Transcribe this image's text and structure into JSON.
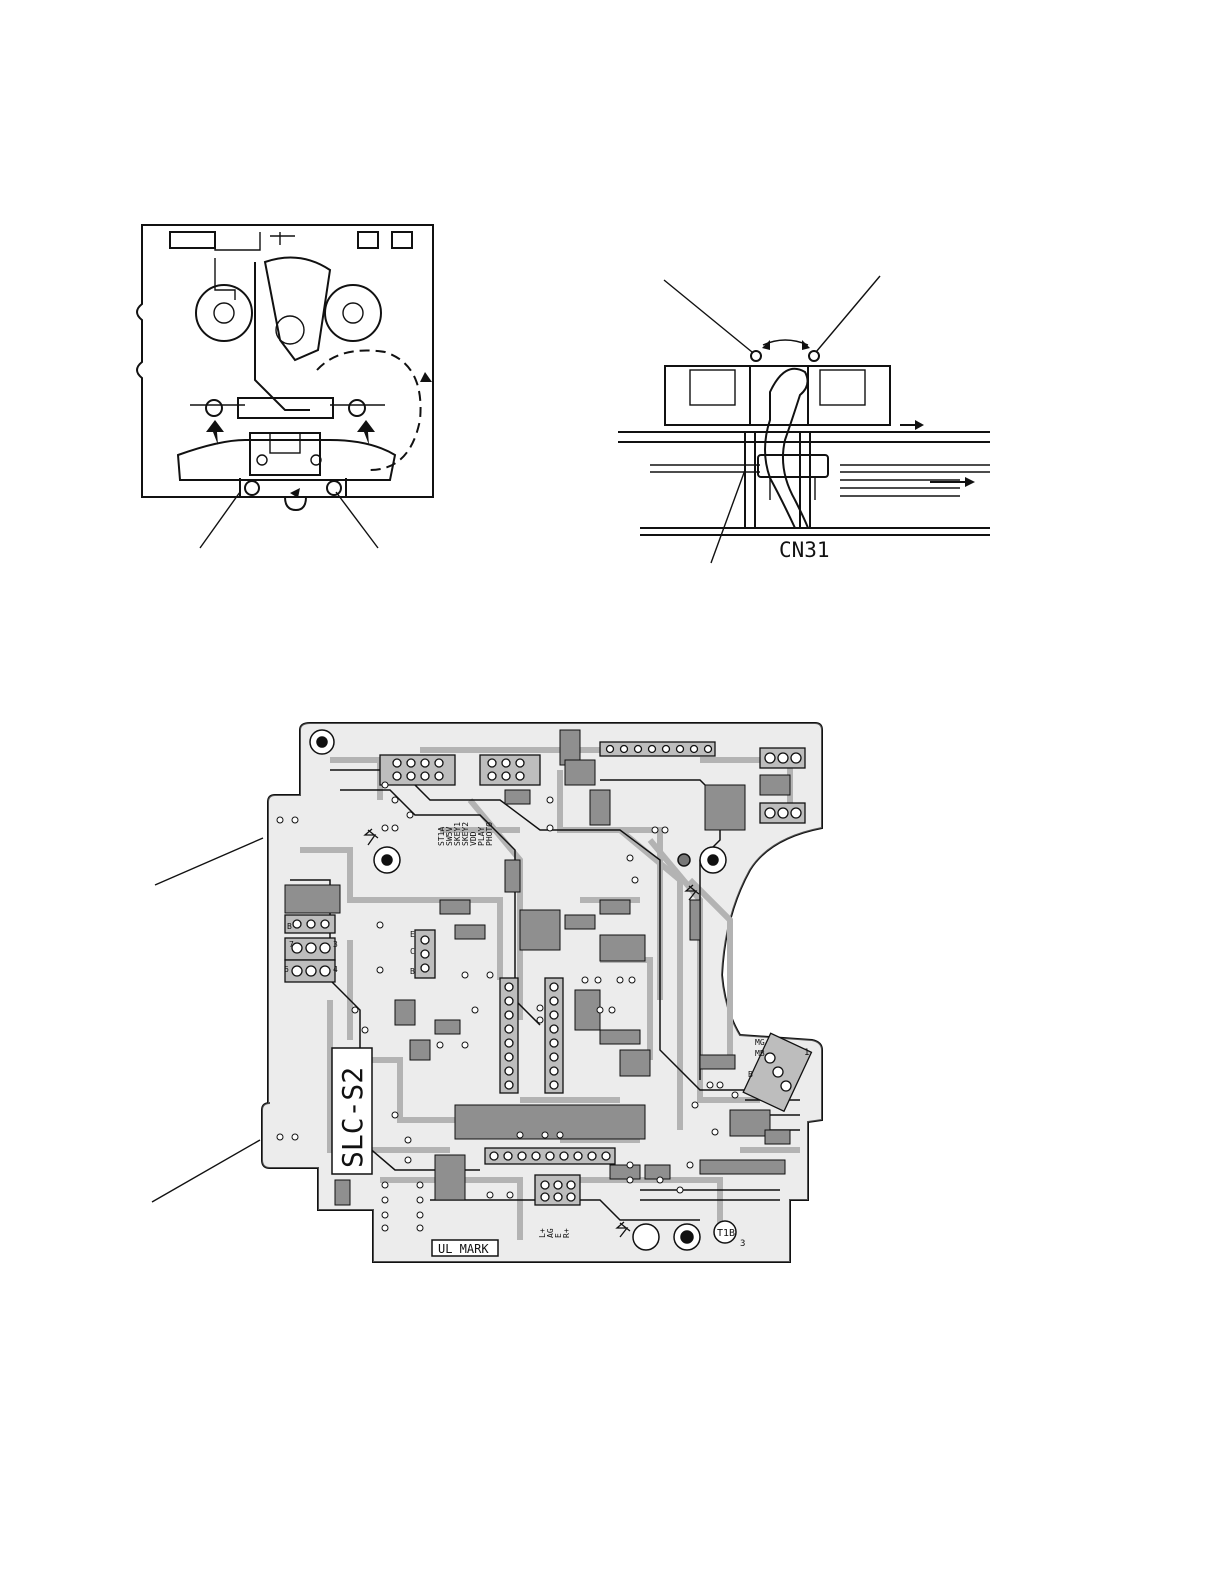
{
  "mechanism_view": {
    "connector_label": "CN31"
  },
  "pcb": {
    "board_marking": "SLC-S2",
    "ul_mark_label": "UL MARK",
    "code_label": "T1B",
    "corner_number": "3",
    "pin_one_label": "1",
    "connector_pins_top": [
      "ST1A",
      "SW5V",
      "SKEY1",
      "SKEY2",
      "VDD",
      "PLAY",
      "PHOTO"
    ],
    "connector_pins_bottom": [
      "L+",
      "AG",
      "E",
      "R+"
    ],
    "connector_pins_right": [
      "MG",
      "MB",
      "B"
    ],
    "transistor_pins": [
      "E",
      "C",
      "B"
    ],
    "numbers": [
      "3",
      "4",
      "6",
      "7",
      "B"
    ]
  }
}
